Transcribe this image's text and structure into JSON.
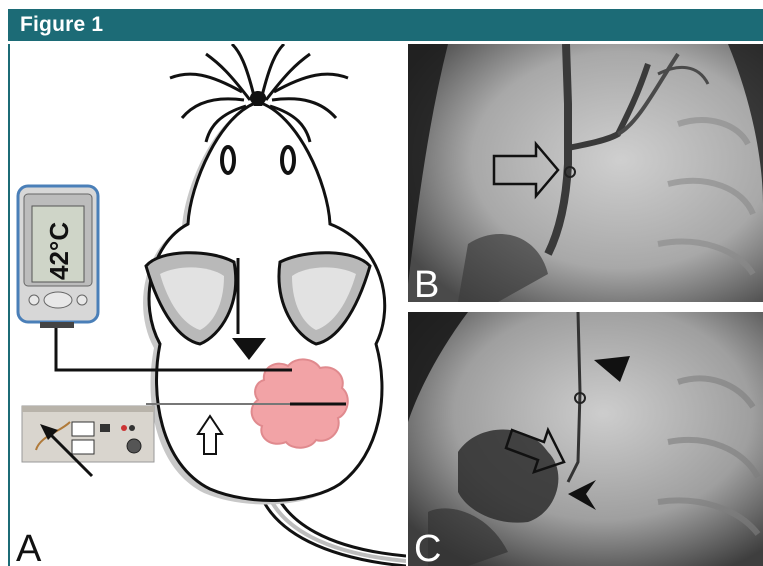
{
  "figure": {
    "title": "Figure 1"
  },
  "panels": {
    "a": {
      "letter": "A",
      "device_display": "42°C"
    },
    "b": {
      "letter": "B"
    },
    "c": {
      "letter": "C"
    }
  },
  "colors": {
    "header": "#1c6b76",
    "tumor": "#f2a3a6",
    "tumor_outline": "#e08a8e"
  }
}
